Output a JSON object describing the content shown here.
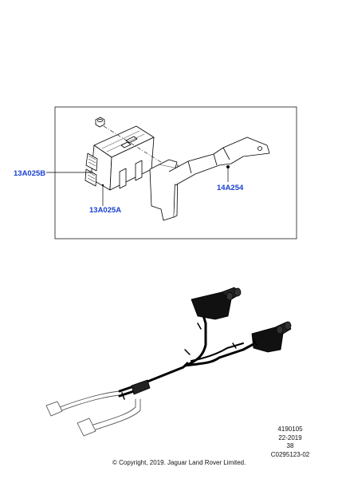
{
  "callouts": [
    {
      "id": "13A025B",
      "label": "13A025B"
    },
    {
      "id": "13A025A",
      "label": "13A025A"
    },
    {
      "id": "14A254",
      "label": "14A254"
    }
  ],
  "footer": {
    "ref_number": "4190105",
    "date": "22-2019",
    "page": "38",
    "code": "C0295123-02",
    "copyright": "© Copyright, 2019. Jaguar Land Rover Limited."
  },
  "colors": {
    "callout_text": "#1a3fd1",
    "line_art": "#000000",
    "frame": "#333333"
  }
}
